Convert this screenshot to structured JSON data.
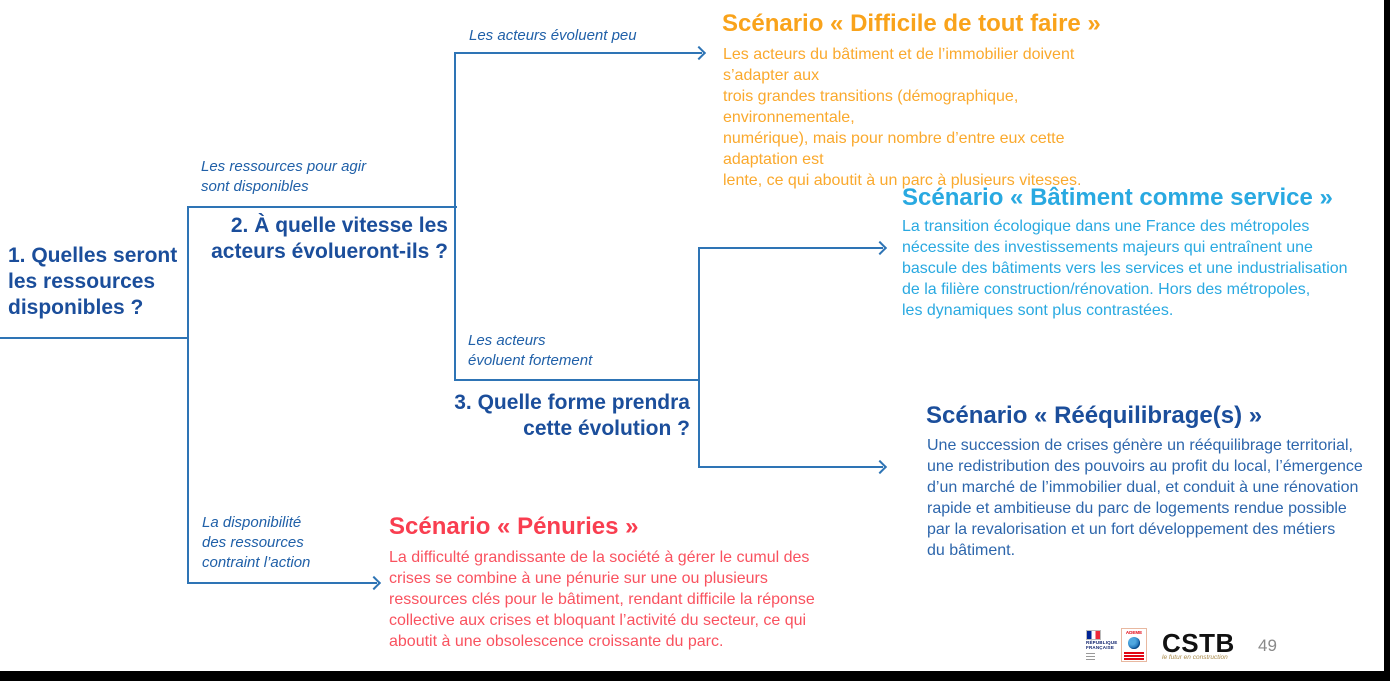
{
  "colors": {
    "question_blue": "#1B4E9B",
    "branch_label_blue": "#2060A8",
    "connector_blue": "#2E74B5",
    "scenario_orange": "#F9A31B",
    "scenario_light_blue": "#29A9E1",
    "scenario_dark_blue": "#1B4E9B",
    "scenario_red": "#F93E50",
    "frame_black": "#000000"
  },
  "tree": {
    "question1": "1. Quelles seront\nles ressources\ndisponibles ?",
    "question2": "2. À quelle vitesse les\nacteurs évolueront-ils ?",
    "question3": "3. Quelle forme prendra\ncette évolution ?",
    "labels": {
      "resources_available": "Les ressources pour agir\nsont disponibles",
      "actors_evolve_little": "Les acteurs évoluent peu",
      "actors_evolve_strongly": "Les acteurs\névoluent fortement",
      "resources_constrain": "La disponibilité\ndes ressources\ncontraint l’action"
    }
  },
  "scenarios": {
    "difficile": {
      "title": "Scénario « Difficile de tout faire »",
      "body": "Les acteurs du bâtiment et de l’immobilier doivent s’adapter aux\ntrois grandes transitions (démographique, environnementale,\nnumérique), mais pour nombre d’entre eux cette adaptation est\nlente, ce qui aboutit à un parc à plusieurs vitesses."
    },
    "batiment_service": {
      "title": "Scénario « Bâtiment comme service »",
      "body": "La transition écologique dans une France des métropoles\nnécessite des investissements majeurs qui entraînent une\nbascule des bâtiments vers les services et une industrialisation\nde la filière construction/rénovation. Hors des métropoles,\nles dynamiques sont plus contrastées."
    },
    "reequilibrage": {
      "title": "Scénario « Rééquilibrage(s) »",
      "body": "Une succession de crises génère un rééquilibrage territorial,\nune redistribution des pouvoirs au profit du local, l’émergence\nd’un marché de l’immobilier dual, et conduit à une rénovation\nrapide et ambitieuse du parc de logements rendue possible\npar la revalorisation et un fort développement des métiers\ndu bâtiment."
    },
    "penuries": {
      "title": "Scénario « Pénuries »",
      "body": "La difficulté grandissante de la société à gérer le cumul des\ncrises se combine à une pénurie sur une ou plusieurs\nressources clés pour le bâtiment, rendant difficile la réponse\ncollective aux crises et bloquant l’activité du secteur, ce qui\naboutit à une obsolescence croissante du parc."
    }
  },
  "footer": {
    "logo_republique": {
      "line1": "RÉPUBLIQUE",
      "line2": "FRANÇAISE"
    },
    "logo_ademe": {
      "label": "ADEME"
    },
    "logo_cstb": {
      "label": "CSTB",
      "tagline": "le futur en construction"
    },
    "page_number": "49"
  }
}
